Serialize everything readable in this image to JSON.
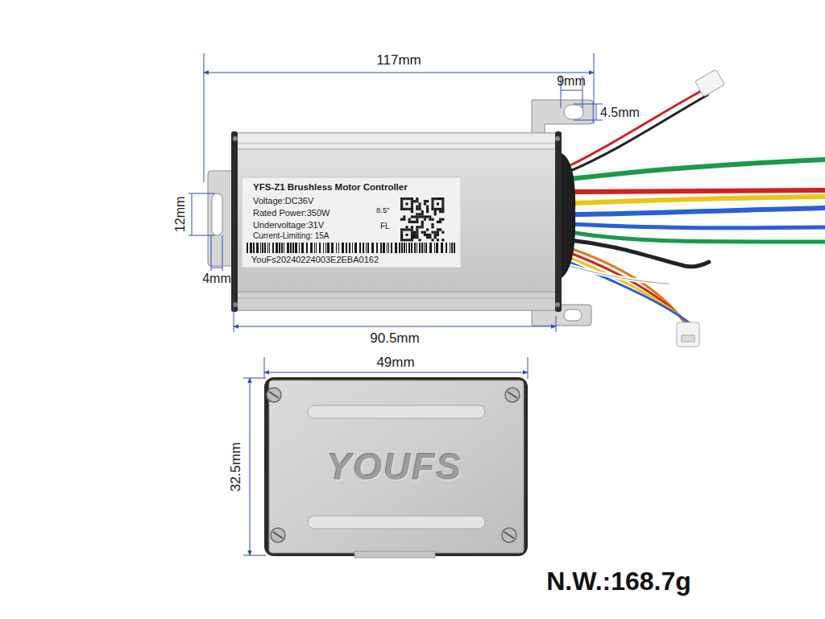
{
  "diagram": {
    "nodes": [
      {
        "text": [
          "YFS-Z1 Brushless Motor Controller",
          "Voltage:DC36V",
          "Rated Power:350W",
          "Undervoltage:31V",
          "Current-Limiting: 15A",
          "8.5\"",
          "FL",
          "YouFs20240224003E2EBA0162"
        ]
      }
    ],
    "labels": [
      "117mm",
      "9mm",
      "4.5mm",
      "12mm",
      "4mm",
      "90.5mm",
      "49mm",
      "32.5mm",
      "N.W.:168.7g",
      "YOUFS"
    ]
  }
}
